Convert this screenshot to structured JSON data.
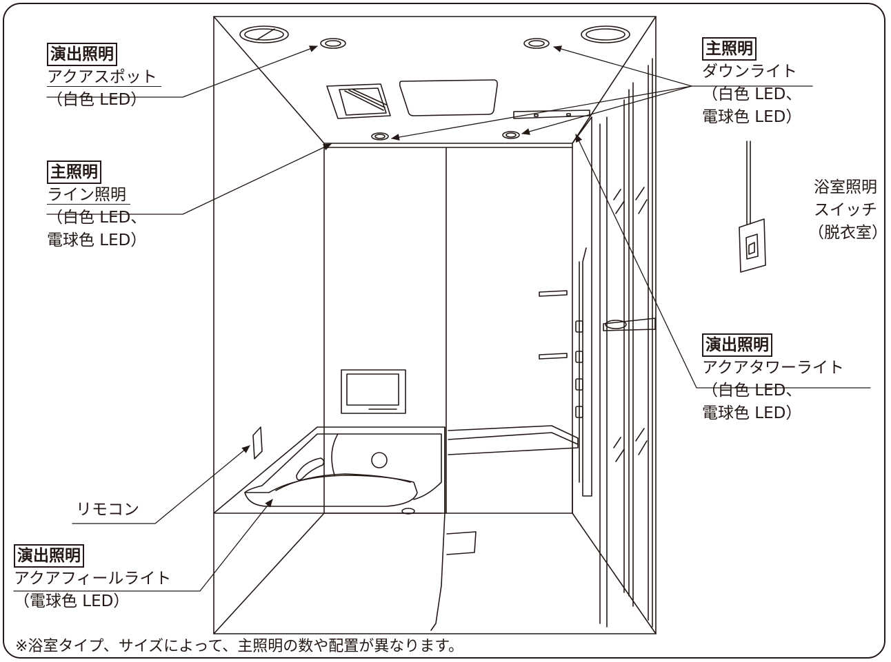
{
  "labels": {
    "aqua_spot": {
      "tag": "演出照明",
      "name": "アクアスポット",
      "detail": "（白色 LED）"
    },
    "line_light": {
      "tag": "主照明",
      "name": "ライン照明",
      "detail1": "（白色 LED、",
      "detail2": "電球色 LED）"
    },
    "remote": {
      "name": "リモコン"
    },
    "aqua_feel": {
      "tag": "演出照明",
      "name": "アクアフィールライト",
      "detail": "（電球色 LED）"
    },
    "downlight": {
      "tag": "主照明",
      "name": "ダウンライト",
      "detail1": "（白色 LED、",
      "detail2": "電球色 LED）"
    },
    "switch": {
      "line1": "浴室照明",
      "line2": "スイッチ",
      "line3": "（脱衣室）"
    },
    "aqua_tower": {
      "tag": "演出照明",
      "name": "アクアタワーライト",
      "detail1": "（白色 LED、",
      "detail2": "電球色 LED）"
    }
  },
  "footnote": "※浴室タイプ、サイズによって、主照明の数や配置が異なります。",
  "colors": {
    "ink": "#231815",
    "background": "#ffffff"
  }
}
